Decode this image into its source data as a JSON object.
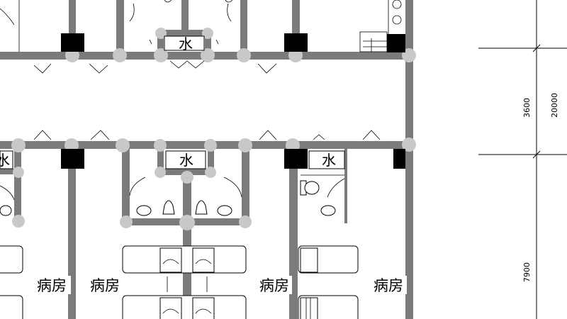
{
  "labels": {
    "water_top": "水",
    "water_mid_left": "水",
    "water_mid_right": "水",
    "ward_1": "病房",
    "ward_2": "病房",
    "ward_3": "病房",
    "ward_4": "病房"
  },
  "dimensions": {
    "corridor_width": "3600",
    "total_span": "20000",
    "ward_depth": "7900"
  },
  "colors": {
    "wall": "#7b7b7b",
    "wall_node": "#c8c8c8",
    "column": "#000000",
    "line": "#000000"
  }
}
